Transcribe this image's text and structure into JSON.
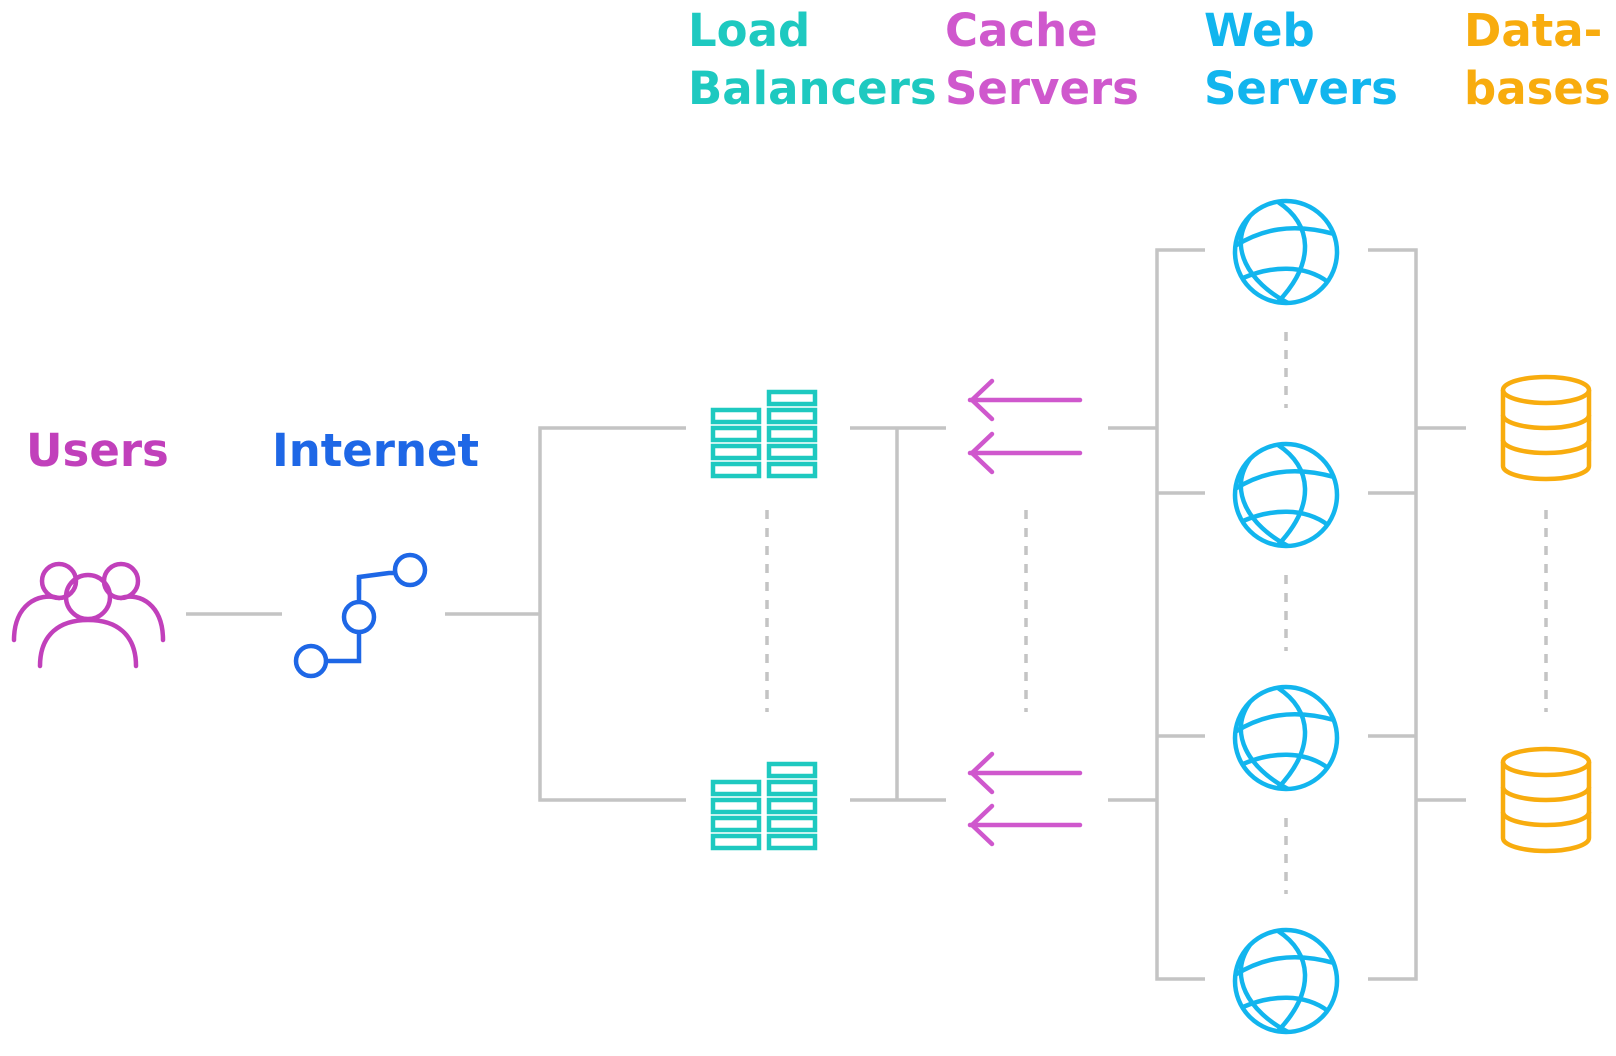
{
  "labels": {
    "users": "Users",
    "internet": "Internet",
    "load_balancers": [
      "Load",
      "Balancers"
    ],
    "cache_servers": [
      "Cache",
      "Servers"
    ],
    "web_servers": [
      "Web",
      "Servers"
    ],
    "databases": [
      "Data-",
      "bases"
    ]
  },
  "colors": {
    "users": "#c140bb",
    "internet": "#1e67e6",
    "load_balancers": "#1ec9c0",
    "cache_servers": "#cf58cd",
    "web_servers": "#12b5ee",
    "databases": "#f8ac0e",
    "wire": "#c4c4c4"
  },
  "icons": {
    "users": "users-group-icon",
    "internet": "network-route-icon",
    "load_balancer": "server-rack-icon",
    "cache": "double-left-arrow-icon",
    "web_server": "globe-icon",
    "database": "database-cylinder-icon"
  }
}
